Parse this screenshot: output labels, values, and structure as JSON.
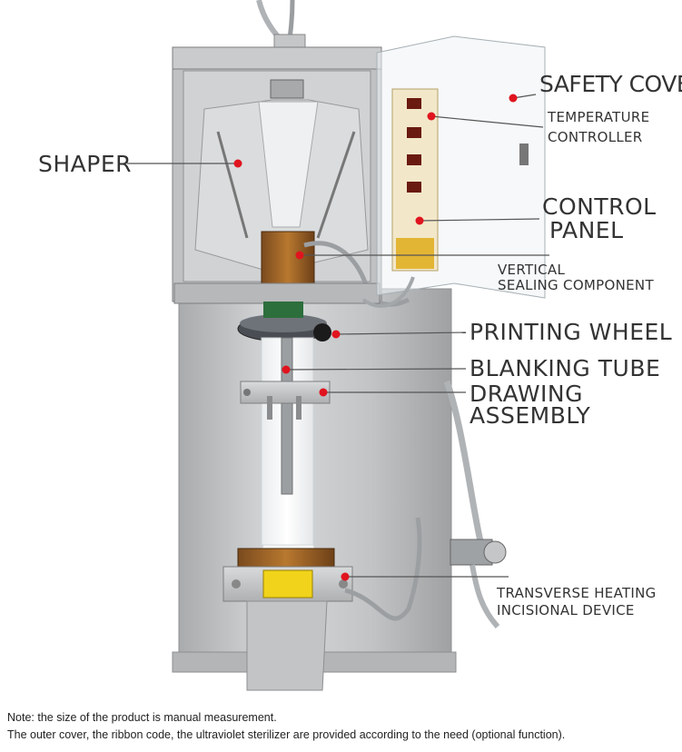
{
  "labels": {
    "safety_cover": "SAFETY COVER",
    "temperature_controller_1": "TEMPERATURE",
    "temperature_controller_2": "CONTROLLER",
    "shaper": "SHAPER",
    "control_panel_1": "CONTROL",
    "control_panel_2": "PANEL",
    "vertical_sealing_1": "VERTICAL",
    "vertical_sealing_2": "SEALING COMPONENT",
    "printing_wheel": "PRINTING WHEEL",
    "blanking_tube": "BLANKING TUBE",
    "drawing_assembly_1": "DRAWING",
    "drawing_assembly_2": "ASSEMBLY",
    "transverse_1": "TRANSVERSE HEATING",
    "transverse_2": "INCISIONAL DEVICE"
  },
  "notes": {
    "line1": "Note: the size of the product is manual measurement.",
    "line2": "The outer cover, the ribbon code, the ultraviolet sterilizer are provided according to the need (optional function)."
  },
  "colors": {
    "marker": "#e0141e",
    "leader": "#555555",
    "steel": "#c9cbcd"
  }
}
